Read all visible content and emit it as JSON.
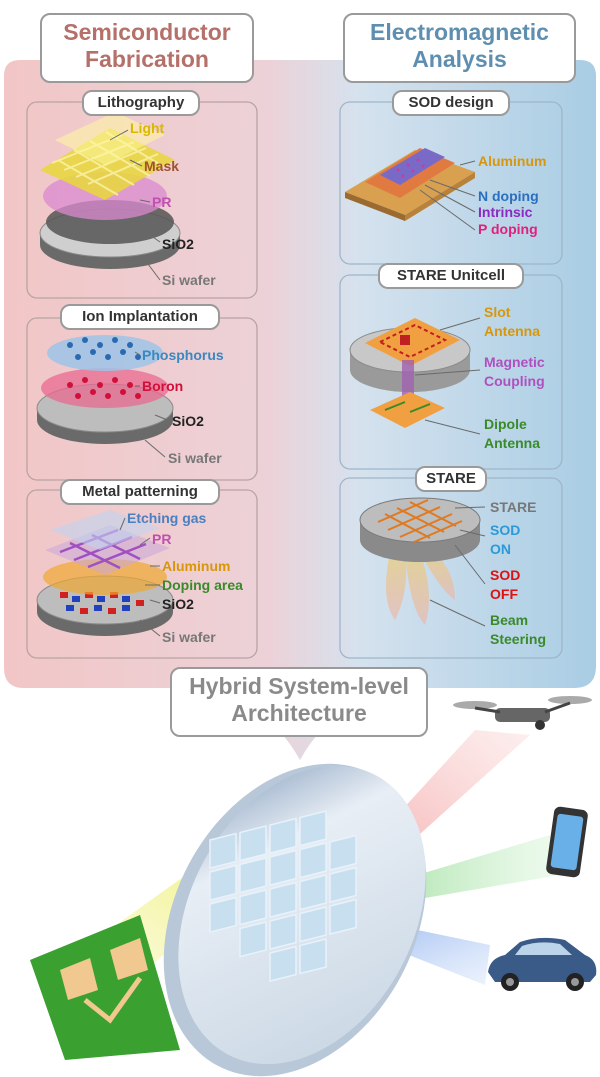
{
  "columns": {
    "left": {
      "line1": "Semiconductor",
      "line2": "Fabrication",
      "color": "#b5706a"
    },
    "right": {
      "line1": "Electromagnetic",
      "line2": "Analysis",
      "color": "#5f8fb0"
    }
  },
  "panels": {
    "lithography": {
      "title": "Lithography",
      "labels": {
        "light": "Light",
        "mask": "Mask",
        "pr": "PR",
        "sio2": "SiO2",
        "si_wafer": "Si wafer"
      }
    },
    "ion_implantation": {
      "title": "Ion Implantation",
      "labels": {
        "phosphorus": "Phosphorus",
        "boron": "Boron",
        "sio2": "SiO2",
        "si_wafer": "Si wafer"
      }
    },
    "metal_patterning": {
      "title": "Metal patterning",
      "labels": {
        "etching_gas": "Etching gas",
        "pr": "PR",
        "aluminum": "Aluminum",
        "doping_area": "Doping area",
        "sio2": "SiO2",
        "si_wafer": "Si wafer"
      }
    },
    "sod_design": {
      "title": "SOD design",
      "labels": {
        "aluminum": "Aluminum",
        "n_doping": "N doping",
        "intrinsic": "Intrinsic",
        "p_doping": "P doping"
      }
    },
    "stare_unitcell": {
      "title": "STARE Unitcell",
      "labels": {
        "slot_1": "Slot",
        "slot_2": "Antenna",
        "mag_1": "Magnetic",
        "mag_2": "Coupling",
        "dipole_1": "Dipole",
        "dipole_2": "Antenna"
      }
    },
    "stare": {
      "title": "STARE",
      "labels": {
        "stare": "STARE",
        "sod_on_1": "SOD",
        "sod_on_2": "ON",
        "sod_off_1": "SOD",
        "sod_off_2": "OFF",
        "beam_1": "Beam",
        "beam_2": "Steering"
      }
    }
  },
  "bottom": {
    "line1": "Hybrid System-level",
    "line2": "Architecture"
  },
  "colors": {
    "light": "#e0c000",
    "mask": "#a0522d",
    "pr": "#c050b0",
    "dark": "#222222",
    "gray": "#777777",
    "phosphorus": "#3a88c0",
    "boron": "#d0103a",
    "etching": "#4a80c0",
    "aluminum": "#d8960a",
    "doping": "#3a8a2a",
    "n_doping": "#2a6ec0",
    "intrinsic": "#8a2ac0",
    "p_doping": "#e0207a",
    "slot": "#d8960a",
    "magnetic": "#b050c0",
    "dipole": "#3a8a2a",
    "stare": "#777777",
    "sod_on": "#2a9ad8",
    "sod_off": "#e01010",
    "beam": "#3a8a2a"
  },
  "icons": [
    "drone-icon",
    "smartphone-icon",
    "car-icon",
    "antenna-board-icon",
    "wafer-lens-icon"
  ]
}
